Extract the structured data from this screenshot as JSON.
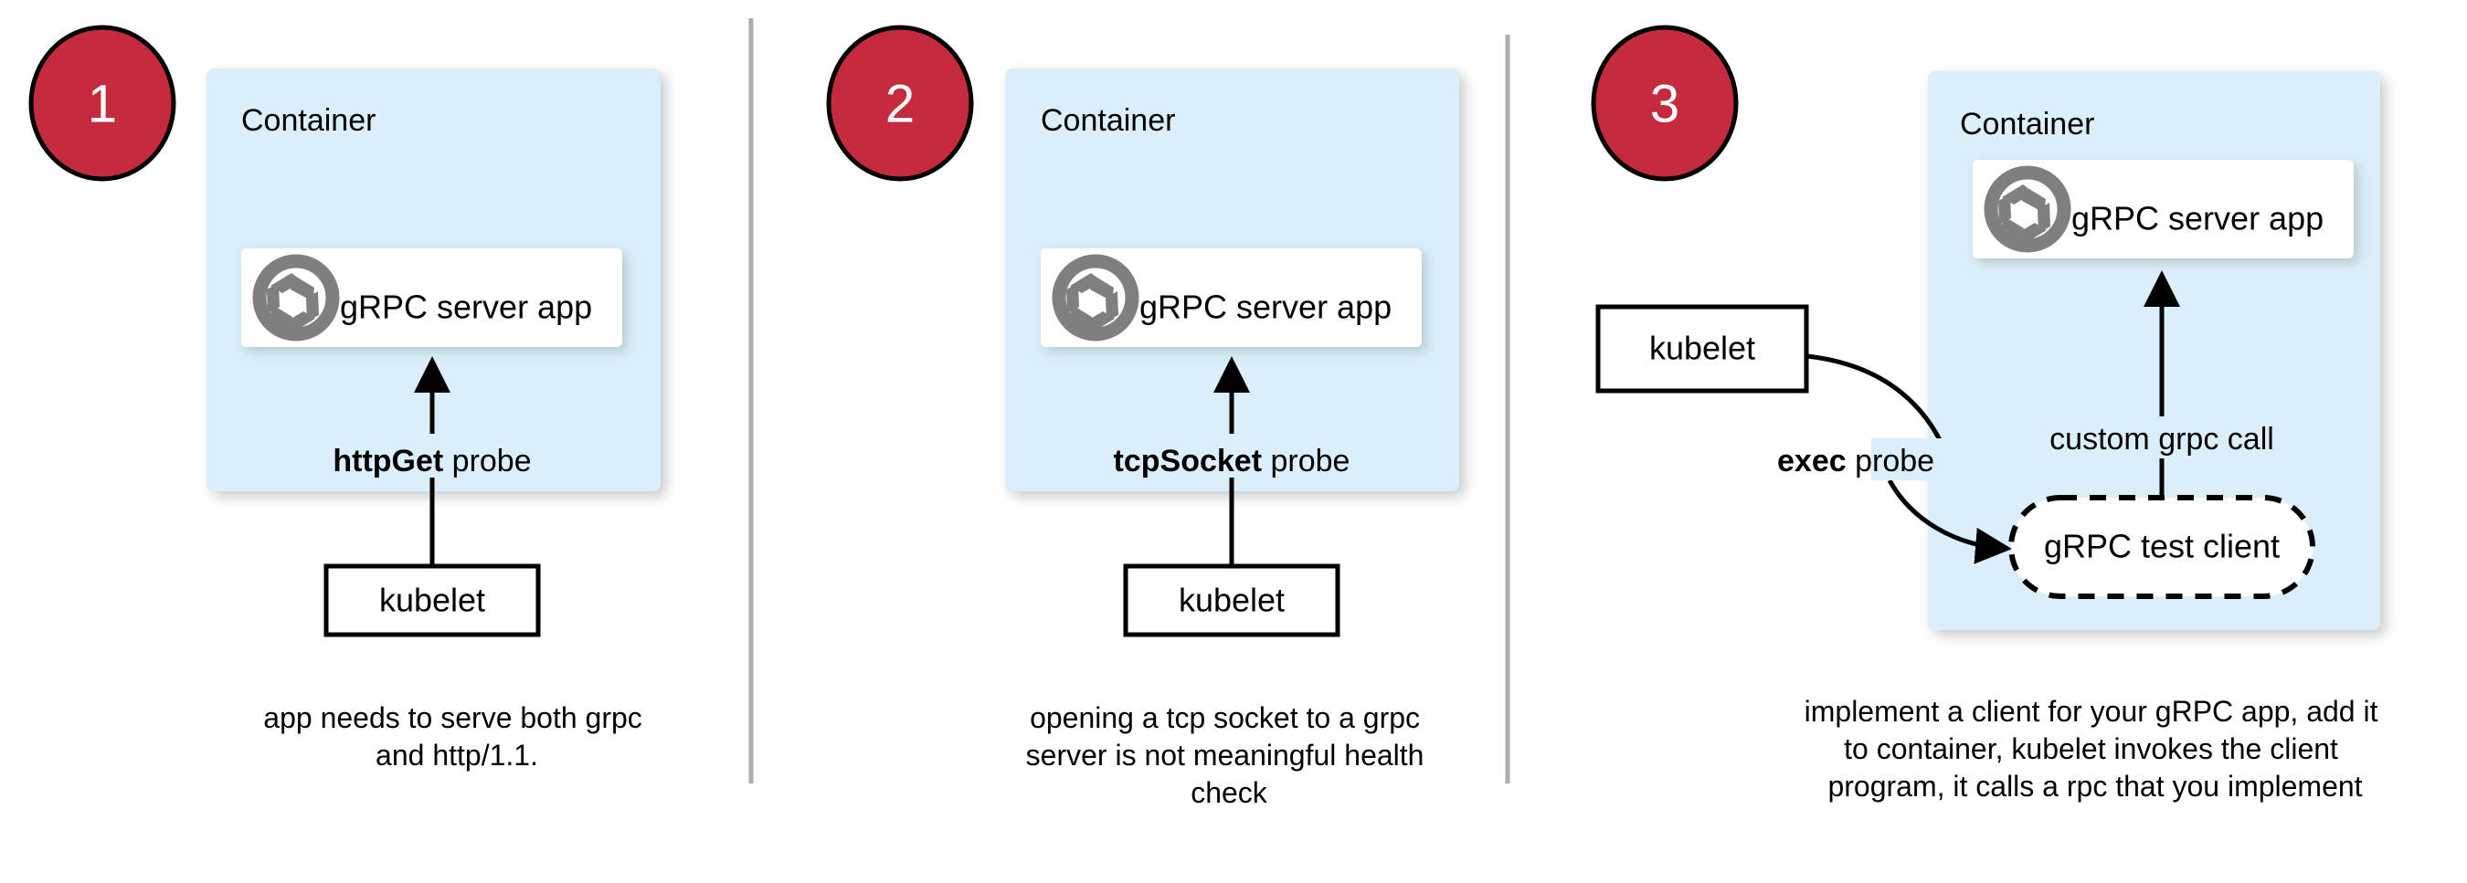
{
  "diagram": {
    "title": "gRPC health probe approaches",
    "colors": {
      "step_badge_fill": "#C62B3D",
      "step_badge_stroke": "#000000",
      "container_fill": "#DAEFFA",
      "app_box_fill": "#FFFFFF",
      "outline_stroke": "#000000",
      "divider": "#AEAEAE",
      "grpc_logo_gray": "#7F7F7F",
      "background": "#FFFFFF"
    },
    "panels": [
      {
        "step_number": "1",
        "container_label": "Container",
        "app_box_label": "gRPC server app",
        "app_icon": "grpc-logo-icon",
        "probe_label_bold": "httpGet",
        "probe_label_rest": " probe",
        "kubelet_label": "kubelet",
        "caption_lines": [
          "app needs to serve both grpc",
          "and http/1.1."
        ]
      },
      {
        "step_number": "2",
        "container_label": "Container",
        "app_box_label": "gRPC server app",
        "app_icon": "grpc-logo-icon",
        "probe_label_bold": "tcpSocket",
        "probe_label_rest": " probe",
        "kubelet_label": "kubelet",
        "caption_lines": [
          "opening a tcp socket to a grpc",
          "server is not meaningful health",
          "check"
        ]
      },
      {
        "step_number": "3",
        "container_label": "Container",
        "app_box_label": "gRPC server app",
        "app_icon": "grpc-logo-icon",
        "probe_label_bold": "exec",
        "probe_label_rest": " probe",
        "kubelet_label": "kubelet",
        "test_client_label": "gRPC test client",
        "inner_call_label": "custom grpc call",
        "caption_lines": [
          "implement a client for your gRPC app, add it",
          "to container, kubelet invokes the client",
          "program, it calls a rpc that you implement"
        ]
      }
    ]
  }
}
